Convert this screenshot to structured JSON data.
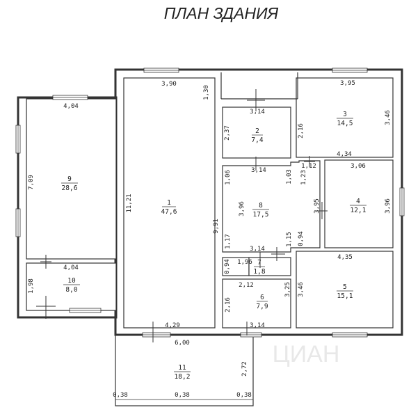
{
  "title": "ПЛАН ЗДАНИЯ",
  "watermark": "ЦИАН",
  "rooms": [
    {
      "id": "1",
      "number": "1",
      "area": "47,6"
    },
    {
      "id": "2",
      "number": "2",
      "area": "7,4"
    },
    {
      "id": "3",
      "number": "3",
      "area": "14,5"
    },
    {
      "id": "4",
      "number": "4",
      "area": "12,1"
    },
    {
      "id": "5",
      "number": "5",
      "area": "15,1"
    },
    {
      "id": "6",
      "number": "6",
      "area": "7,9"
    },
    {
      "id": "7",
      "number": "7",
      "area": "1,8"
    },
    {
      "id": "8",
      "number": "8",
      "area": "17,5"
    },
    {
      "id": "9",
      "number": "9",
      "area": "28,6"
    },
    {
      "id": "10",
      "number": "10",
      "area": "8,0"
    },
    {
      "id": "11",
      "number": "11",
      "area": "18,2"
    }
  ],
  "dimensions": {
    "d1_top": "3,90",
    "d1_side": "11,21",
    "d1_bottom": "4,29",
    "d_130": "1,30",
    "d_991": "9,91",
    "d2_top": "3,14",
    "d2_side": "2,37",
    "d3_top": "3,95",
    "d3_left": "2,16",
    "d3_right": "3,46",
    "d3_bottom": "4,34",
    "d_112": "1,12",
    "d_123": "1,23",
    "d4_top": "3,06",
    "d4_left": "3,95",
    "d4_right": "3,96",
    "d8_top": "3,14",
    "d8_106": "1,06",
    "d8_103": "1,03",
    "d8_side": "3,96",
    "d8_117": "1,17",
    "d8_bottom": "3,14",
    "d_115": "1,15",
    "d_094a": "0,94",
    "d7_094": "0,94",
    "d7_196": "1,96",
    "d6_top": "2,12",
    "d6_side": "2,16",
    "d6_right": "3,25",
    "d6_bottom": "3,14",
    "d5_top": "4,35",
    "d5_left": "3,46",
    "d9_top": "4,04",
    "d9_side": "7,09",
    "d10_top": "4,04",
    "d10_side": "1,98",
    "d11_top": "6,00",
    "d11_side": "2,72",
    "d11_038a": "0,38",
    "d11_038b": "0,38",
    "d11_038c": "0,38"
  }
}
